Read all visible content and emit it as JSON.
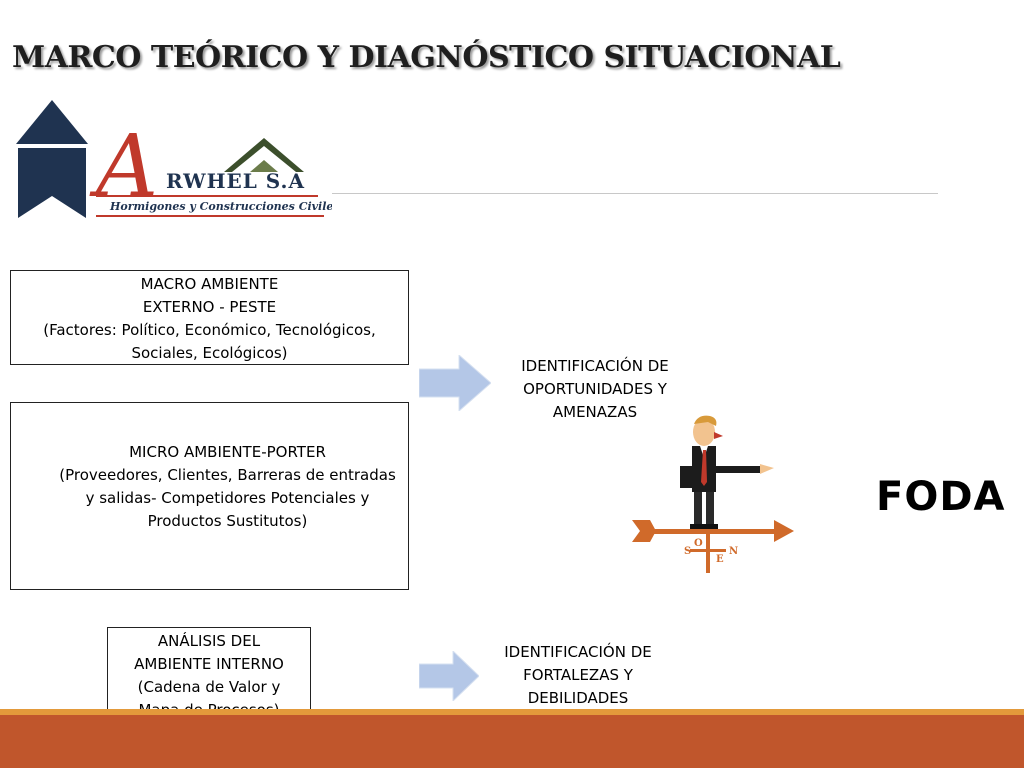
{
  "slide": {
    "title": "MARCO TEÓRICO Y DIAGNÓSTICO SITUACIONAL"
  },
  "logo": {
    "brand": "RWHEL S.A",
    "subtitle": "Hormigones y Construcciones Civiles"
  },
  "macro_box": {
    "lines": [
      "MACRO AMBIENTE",
      "EXTERNO - PESTE",
      "(Factores: Político, Económico, Tecnológicos,",
      "Sociales, Ecológicos)"
    ]
  },
  "micro_box": {
    "lines": [
      "MICRO AMBIENTE-PORTER",
      "(Proveedores, Clientes, Barreras de entradas",
      "y salidas- Competidores Potenciales y",
      "Productos Sustitutos)"
    ]
  },
  "interno_box": {
    "lines": [
      "ANÁLISIS DEL",
      "AMBIENTE INTERNO",
      "(Cadena de Valor y",
      "Mapa de Procesos)"
    ]
  },
  "oportunidades": {
    "lines": [
      "IDENTIFICACIÓN DE",
      "OPORTUNIDADES Y",
      "AMENAZAS"
    ]
  },
  "fortalezas": {
    "lines": [
      "IDENTIFICACIÓN DE",
      "FORTALEZAS Y",
      "DEBILIDADES"
    ]
  },
  "foda": {
    "label": "FODA"
  },
  "weather_vane": {
    "letters": [
      "S",
      "O",
      "E",
      "N"
    ]
  },
  "colors": {
    "accent_orange": "#e39a3b",
    "footer_rust": "#c0562c",
    "arrow_blue": "#b4c7e7",
    "logo_navy": "#1f3350",
    "logo_red": "#c0392b"
  }
}
